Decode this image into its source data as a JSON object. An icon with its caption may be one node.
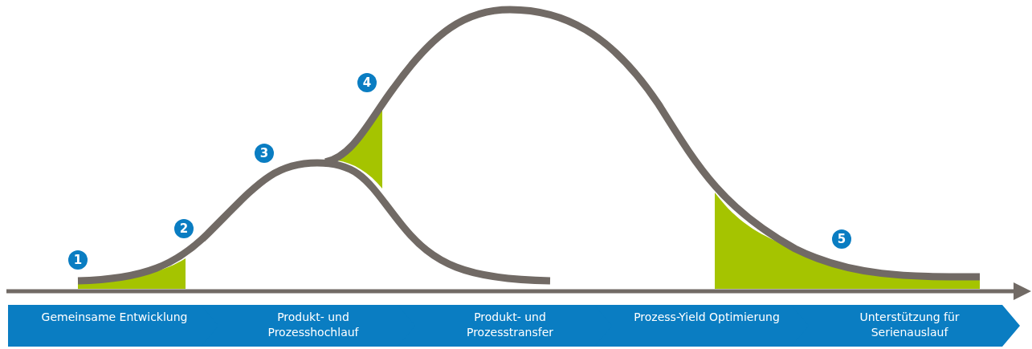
{
  "diagram": {
    "nodes": [
      {
        "text": [
          "Gemeinsame Entwicklung"
        ]
      },
      {
        "text": [
          "Produkt- und Prozesshochlauf"
        ]
      },
      {
        "text": [
          "Produkt- und Prozesstransfer"
        ]
      },
      {
        "text": [
          "Prozess-Yield Optimierung"
        ]
      },
      {
        "text": [
          "Unterstützung für Serienauslauf"
        ]
      }
    ],
    "labels": [
      "1",
      "2",
      "3",
      "4",
      "5"
    ]
  }
}
